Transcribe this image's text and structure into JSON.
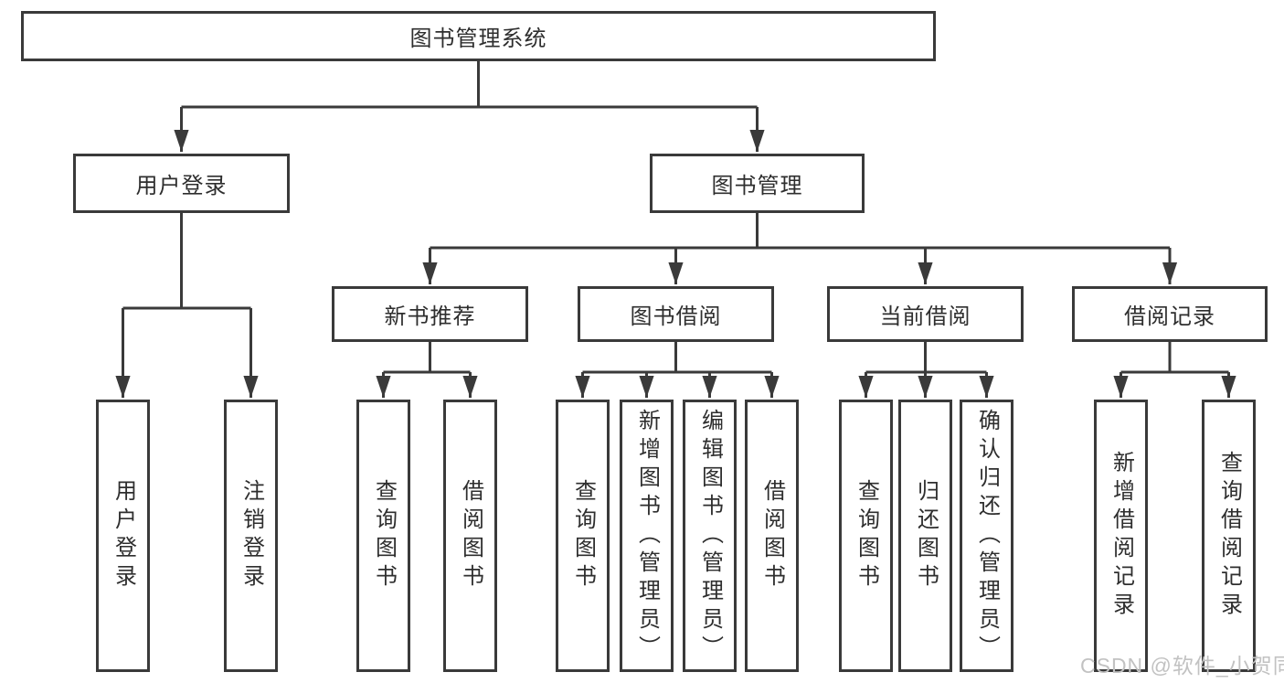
{
  "tree": {
    "root": {
      "label": "图书管理系统"
    },
    "level1": [
      {
        "label": "用户登录",
        "children": [
          {
            "label": "用户登录"
          },
          {
            "label": "注销登录"
          }
        ]
      },
      {
        "label": "图书管理",
        "children": [
          {
            "label": "新书推荐",
            "children": [
              {
                "label": "查询图书"
              },
              {
                "label": "借阅图书"
              }
            ]
          },
          {
            "label": "图书借阅",
            "children": [
              {
                "label": "查询图书"
              },
              {
                "label": "新增图书（管理员）"
              },
              {
                "label": "编辑图书（管理员）"
              },
              {
                "label": "借阅图书"
              }
            ]
          },
          {
            "label": "当前借阅",
            "children": [
              {
                "label": "查询图书"
              },
              {
                "label": "归还图书"
              },
              {
                "label": "确认归还（管理员）"
              }
            ]
          },
          {
            "label": "借阅记录",
            "children": [
              {
                "label": "新增借阅记录"
              },
              {
                "label": "查询借阅记录"
              }
            ]
          }
        ]
      }
    ]
  },
  "watermark": {
    "text": "CSDN @软件_小贺同学"
  },
  "colors": {
    "line": "#3a3a3a",
    "box_border": "#3a3a3a",
    "box_fill": "#ffffff",
    "text": "#2e2e2e",
    "watermark": "#c2c2c2",
    "background": "#ffffff"
  }
}
